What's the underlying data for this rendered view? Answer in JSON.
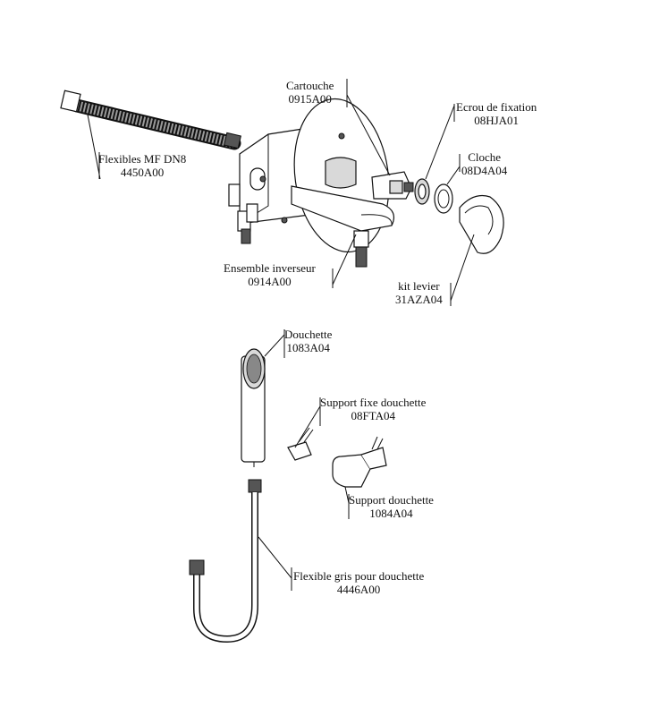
{
  "parts": {
    "flexibles": {
      "name": "Flexibles MF DN8",
      "code": "4450A00"
    },
    "cartouche": {
      "name": "Cartouche",
      "code": "0915A00"
    },
    "ecrou": {
      "name": "Ecrou de fixation",
      "code": "08HJA01"
    },
    "cloche": {
      "name": "Cloche",
      "code": "08D4A04"
    },
    "inverseur": {
      "name": "Ensemble inverseur",
      "code": "0914A00"
    },
    "levier": {
      "name": "kit levier",
      "code": "31AZA04"
    },
    "douchette": {
      "name": "Douchette",
      "code": "1083A04"
    },
    "support_fixe": {
      "name": "Support fixe douchette",
      "code": "08FTA04"
    },
    "support": {
      "name": "Support douchette",
      "code": "1084A04"
    },
    "flexible_gris": {
      "name": "Flexible gris pour douchette",
      "code": "4446A00"
    }
  }
}
